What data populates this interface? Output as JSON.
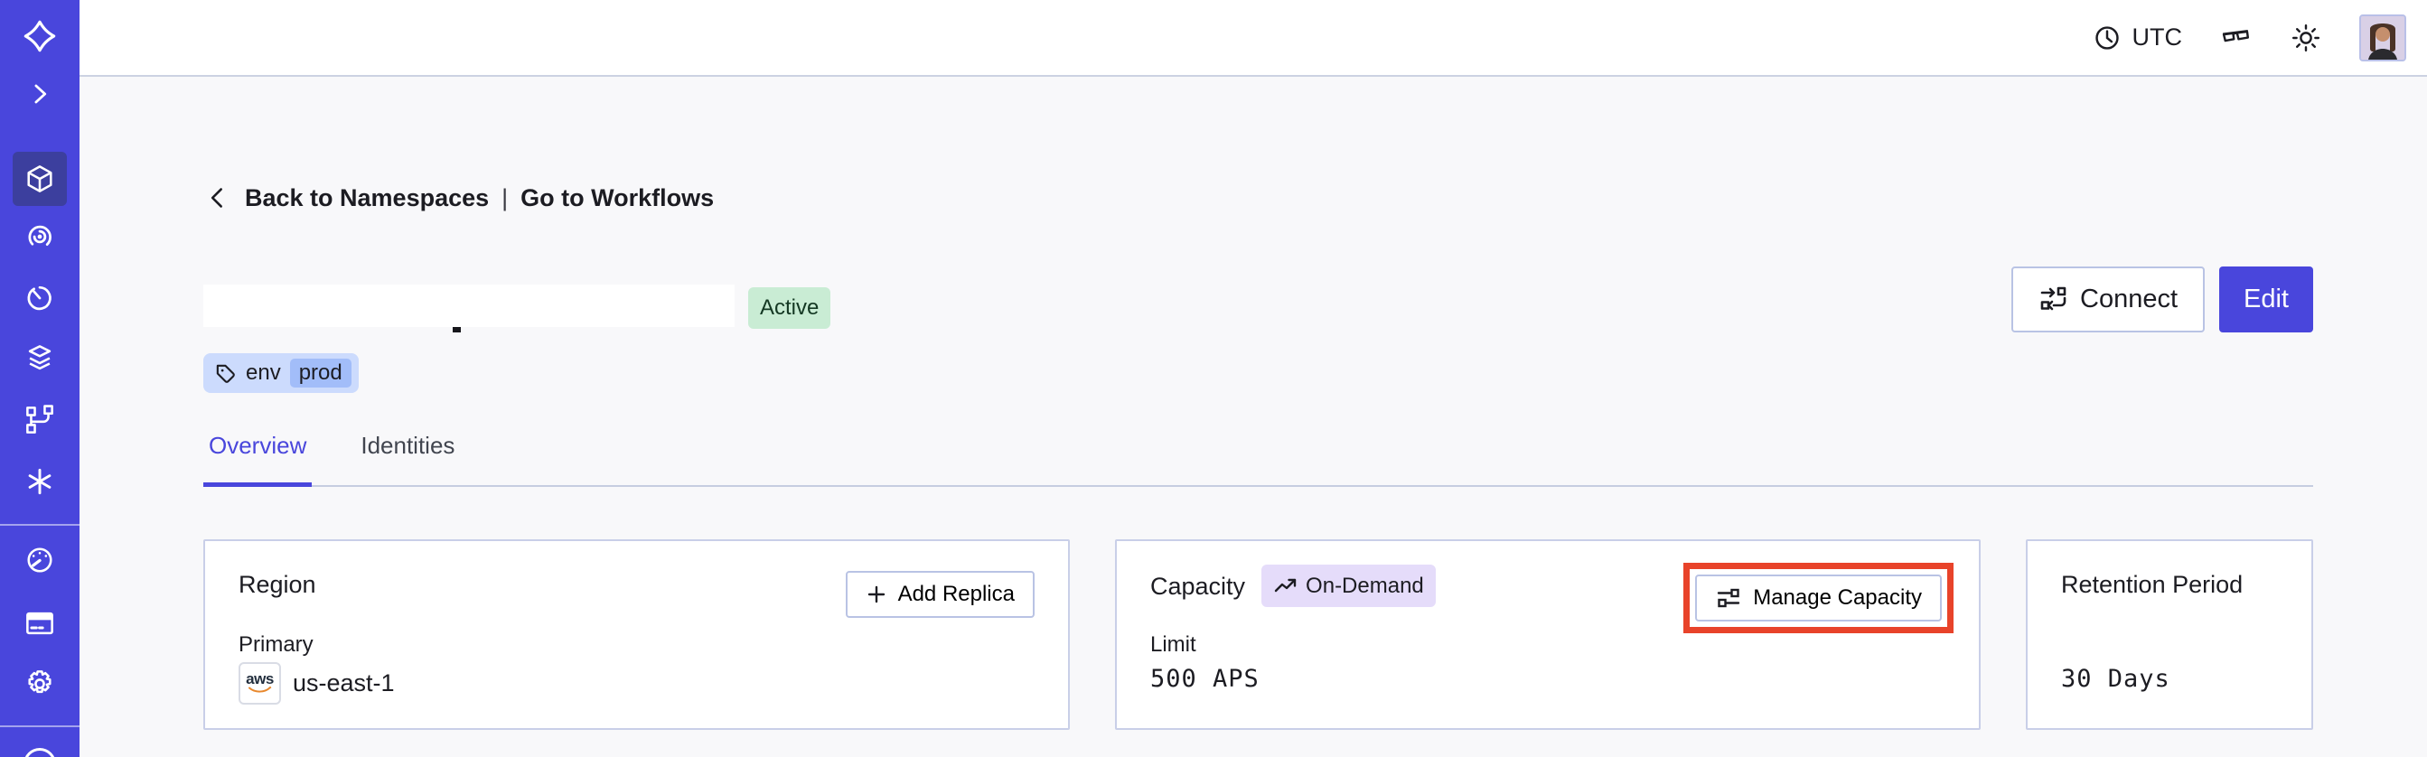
{
  "topbar": {
    "timezone": "UTC"
  },
  "sidebar": {
    "icons": [
      "temporal-logo",
      "expand-sidebar",
      "namespaces",
      "workflows",
      "schedules",
      "deployments",
      "nexus",
      "batch-operations",
      "usage",
      "billing",
      "settings",
      "help"
    ]
  },
  "breadcrumb": {
    "back": "Back to Namespaces",
    "separator": "|",
    "workflows": "Go to Workflows"
  },
  "namespace": {
    "status": "Active",
    "tag": {
      "key": "env",
      "value": "prod"
    }
  },
  "actions": {
    "connect": "Connect",
    "edit": "Edit",
    "add_replica": "Add Replica",
    "manage_capacity": "Manage Capacity"
  },
  "tabs": {
    "overview": "Overview",
    "identities": "Identities"
  },
  "cards": {
    "region": {
      "title": "Region",
      "primary_label": "Primary",
      "provider": "aws",
      "value": "us-east-1"
    },
    "capacity": {
      "title": "Capacity",
      "badge": "On-Demand",
      "limit_label": "Limit",
      "limit_value": "500 APS"
    },
    "retention": {
      "title": "Retention Period",
      "value": "30 Days"
    }
  },
  "colors": {
    "sidebar": "#4946dc",
    "accent": "#4946dc",
    "status_active_bg": "#c9ecd4",
    "tag_bg": "#ccdbfd",
    "tag_value_bg": "#a2bdf9",
    "ondemand_bg": "#e5dcfa",
    "annotation_highlight": "#e8432a"
  }
}
